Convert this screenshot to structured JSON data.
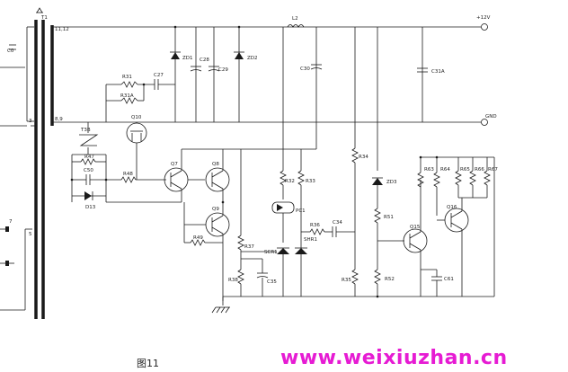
{
  "figure_caption": "图11",
  "watermark": "www.weixiuzhan.cn",
  "colors": {
    "watermark": "#e61bd3",
    "wire": "#1a1a1a"
  },
  "labels": {
    "rail": "+12V",
    "gnd": "GND",
    "l2": "L2",
    "tr": "T1",
    "pins_top": "11,12",
    "pins_mid": "8,9",
    "pin_3": "3",
    "pin_5": "5",
    "pin_7": "7",
    "cap_left": "C0",
    "r31": "R31",
    "r31a": "R31A",
    "c27": "C27",
    "zd1": "ZD1",
    "c28": "C28",
    "c29": "C29",
    "zd2": "ZD2",
    "c30": "C30",
    "c31a": "C31A",
    "t3b": "T3B",
    "q10": "Q10",
    "r47": "R47",
    "c50": "C50",
    "r48": "R48",
    "d13": "D13",
    "q7": "Q7",
    "q8": "Q8",
    "q9": "Q9",
    "r49": "R49",
    "r37": "R37",
    "r38": "R38",
    "c35": "C35",
    "r32": "R32",
    "r33": "R33",
    "pc1": "PC1",
    "r36": "R36",
    "c34": "C34",
    "scr1": "SCR1",
    "shr1": "SHR1",
    "r34": "R34",
    "r35": "R35",
    "zd3": "ZD3",
    "r51": "R51",
    "r52": "R52",
    "q15": "Q15",
    "r63": "R63",
    "r64": "R64",
    "r65": "R65",
    "r66": "R66",
    "r67": "R67",
    "q16": "Q16",
    "c61": "C61"
  }
}
